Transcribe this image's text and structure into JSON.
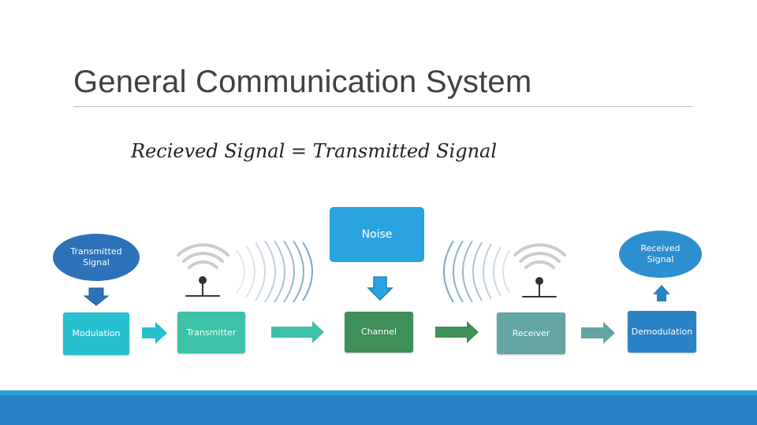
{
  "slide": {
    "title": "General Communication System",
    "equation": "Recieved Signal = Transmitted Signal"
  },
  "nodes": {
    "transmitted_signal": "Transmitted Signal",
    "received_signal": "Received Signal",
    "noise": "Noise",
    "modulation": "Modulation",
    "transmitter": "Transmitter",
    "channel": "Channel",
    "receiver": "Receiver",
    "demodulation": "Demodulation"
  },
  "colors": {
    "transmitted_signal": "#2d72b8",
    "received_signal": "#2e8fd0",
    "noise": "#2aa4e0",
    "modulation": "#26c0cf",
    "transmitter": "#3bc2a8",
    "channel": "#3f8f58",
    "receiver": "#62a5a2",
    "demodulation": "#2a82c6",
    "antenna_gray": "#c9cdd1",
    "antenna_dark": "#333333"
  },
  "icons": [
    "arrow-down-icon",
    "arrow-up-icon",
    "arrow-right-icon",
    "antenna-icon",
    "signal-waves-icon"
  ]
}
